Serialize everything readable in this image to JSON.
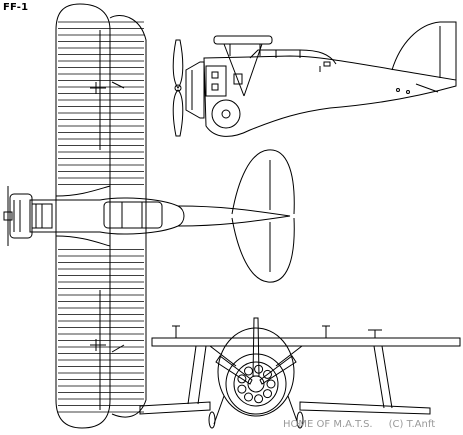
{
  "title": "FF-1",
  "credit": {
    "home": "HOME OF M.A.T.S.",
    "copyright": "(C) T.Anft"
  },
  "colors": {
    "line": "#000000",
    "background": "#ffffff",
    "credit_text": "#9a9a9a"
  }
}
